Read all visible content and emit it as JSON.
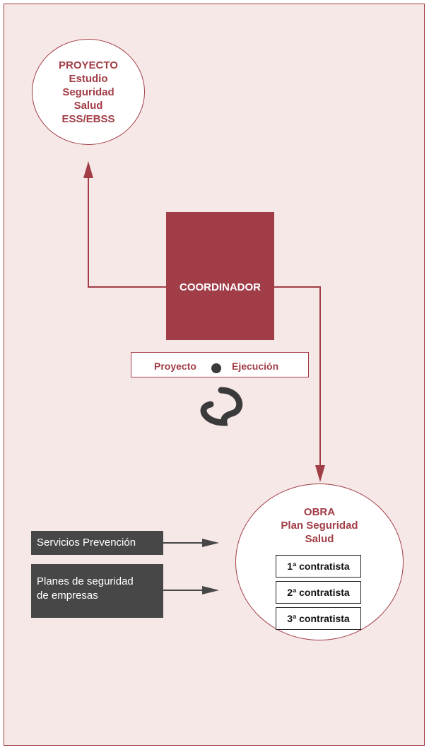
{
  "proyecto": {
    "lines": [
      "PROYECTO",
      "Estudio",
      "Seguridad",
      "Salud",
      "ESS/EBSS"
    ]
  },
  "coordinador": {
    "label": "COORDINADOR"
  },
  "phases": {
    "left": "Proyecto",
    "right": "Ejecución"
  },
  "obra": {
    "lines": [
      "OBRA",
      "Plan Seguridad",
      "Salud"
    ],
    "contractors": [
      "1ª contratista",
      "2ª contratista",
      "3ª contratista"
    ]
  },
  "inputs": {
    "servicios": "Servicios Prevención",
    "planes": [
      "Planes de seguridad",
      "de empresas"
    ]
  },
  "colors": {
    "accent": "#a13d47",
    "background": "#f6e8e6",
    "dark": "#474747"
  }
}
